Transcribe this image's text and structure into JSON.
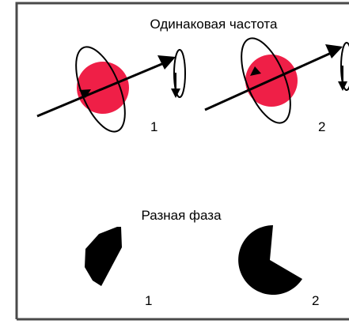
{
  "panel_top": {
    "heading": "Одинаковая частота",
    "spin_label_1": "1",
    "spin_label_2": "2"
  },
  "panel_bottom": {
    "heading": "Разная фаза",
    "phase_label_1": "1",
    "phase_label_2": "2"
  },
  "colors": {
    "nucleus": "#ef1f47",
    "ink": "#000000",
    "frame": "#4a4a4a"
  }
}
